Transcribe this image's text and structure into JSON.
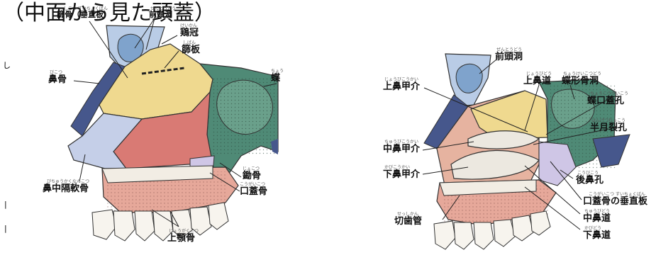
{
  "title": "（中面から見た頭蓋）",
  "left_labels": {
    "perpendicular_plate": "篩骨（垂直板）",
    "frontal_sinus": "前頭洞",
    "crista_galli": "鶏冠",
    "cribriform": "篩板",
    "nasal_bone": "鼻骨",
    "septal_cartilage": "鼻中隔軟骨",
    "vomer": "鋤骨",
    "palatine": "口蓋骨",
    "maxilla": "上顎骨",
    "sphenoid_partial": "蝶"
  },
  "left_furigana": {
    "perpendicular_plate": "しこつ すいちょくばん",
    "frontal_sinus": "ぜんとうどう",
    "crista_galli": "けいかん",
    "cribriform": "しばん",
    "nasal_bone": "びこつ",
    "septal_cartilage": "びちゅうかくなんこつ",
    "vomer": "じょこつ",
    "palatine": "こうがいこつ",
    "maxilla": "じょうがくこつ",
    "sphenoid_partial": "ちょう"
  },
  "right_labels": {
    "frontal_sinus": "前頭洞",
    "superior_meatus": "上鼻道",
    "sphenoid_sinus": "蝶形骨洞",
    "superior_concha": "上鼻甲介",
    "sphenopalatine_foramen": "蝶口蓋孔",
    "semilunar_hiatus": "半月裂孔",
    "middle_concha": "中鼻甲介",
    "inferior_concha": "下鼻甲介",
    "choana": "後鼻孔",
    "palatine_perpendicular": "口蓋骨の垂直板",
    "incisive_canal": "切歯管",
    "middle_meatus": "中鼻道",
    "inferior_meatus": "下鼻道"
  },
  "right_furigana": {
    "frontal_sinus": "ぜんとうどう",
    "superior_meatus": "じょうびどう",
    "sphenoid_sinus": "ちょうけいこつどう",
    "superior_concha": "じょうびこうかい",
    "sphenopalatine_foramen": "ちょうこうがいこう",
    "semilunar_hiatus": "はんげつれっこう",
    "middle_concha": "ちゅうびこうかい",
    "inferior_concha": "かびこうかい",
    "choana": "こうびこう",
    "palatine_perpendicular": "こうがいこつ すいちょくばん",
    "incisive_canal": "せっしかん",
    "middle_meatus": "ちゅうびどう",
    "inferior_meatus": "かびどう"
  },
  "margin_marks": {
    "m1": "し",
    "m2": "|",
    "m3": "|"
  },
  "colors": {
    "bone_blue": "#b9cce6",
    "sinus_blue": "#7fa3cc",
    "ethmoid_yellow": "#efd98f",
    "vomer_red": "#d97a74",
    "sphenoid_green": "#4f8a76",
    "maxilla_pink": "#e6a89a",
    "cartilage_blue": "#c5cfe8",
    "nasal_dark": "#46578c",
    "concha_white": "#ece8e0",
    "lavender": "#cfc6e6",
    "tooth": "#f7f4ee"
  }
}
